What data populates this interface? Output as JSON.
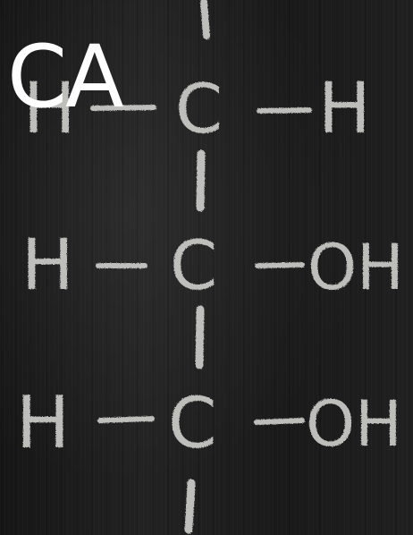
{
  "overlay": {
    "text": "CA"
  },
  "formula": {
    "rows": [
      {
        "left": "H",
        "center": "C",
        "right": "H"
      },
      {
        "left": "H",
        "center": "C",
        "right": "OH"
      },
      {
        "left": "H",
        "center": "C",
        "right": "OH"
      }
    ]
  },
  "colors": {
    "chalk": "#d4d4d0",
    "board": "#1b1b1b",
    "overlay": "#ffffff"
  }
}
